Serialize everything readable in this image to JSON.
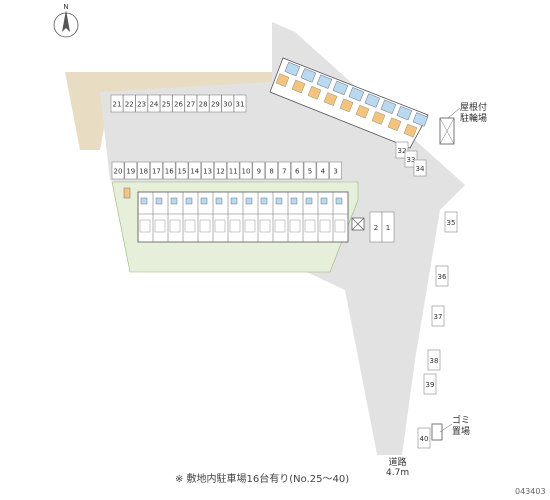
{
  "compass": {
    "label": "N"
  },
  "map": {
    "colors": {
      "lot": "#e2e2e2",
      "grass": "#e6efd9",
      "sand": "#e8dcc3",
      "building": "#ffffff",
      "unit_blue": "#b8d9ee",
      "unit_orange": "#f4c37d",
      "line": "#888888"
    },
    "top_row": [
      "21",
      "22",
      "23",
      "24",
      "25",
      "26",
      "27",
      "28",
      "29",
      "30",
      "31"
    ],
    "mid_row": [
      "20",
      "19",
      "18",
      "17",
      "16",
      "15",
      "14",
      "13",
      "12",
      "11",
      "10",
      "9",
      "8",
      "7",
      "6",
      "5",
      "4",
      "3"
    ],
    "entrance_spaces": [
      "2",
      "1"
    ],
    "right_column": [
      "35",
      "36",
      "37",
      "38",
      "39",
      "40"
    ],
    "corner_spaces": [
      "32",
      "33",
      "34"
    ],
    "labels": {
      "covered_bike": "屋根付\n駐輪場",
      "garbage": "ゴミ\n置場",
      "road": "道路\n4.7m"
    },
    "footnote": "※ 敷地内駐車場16台有り(No.25～40)",
    "doc_id": "043403"
  }
}
